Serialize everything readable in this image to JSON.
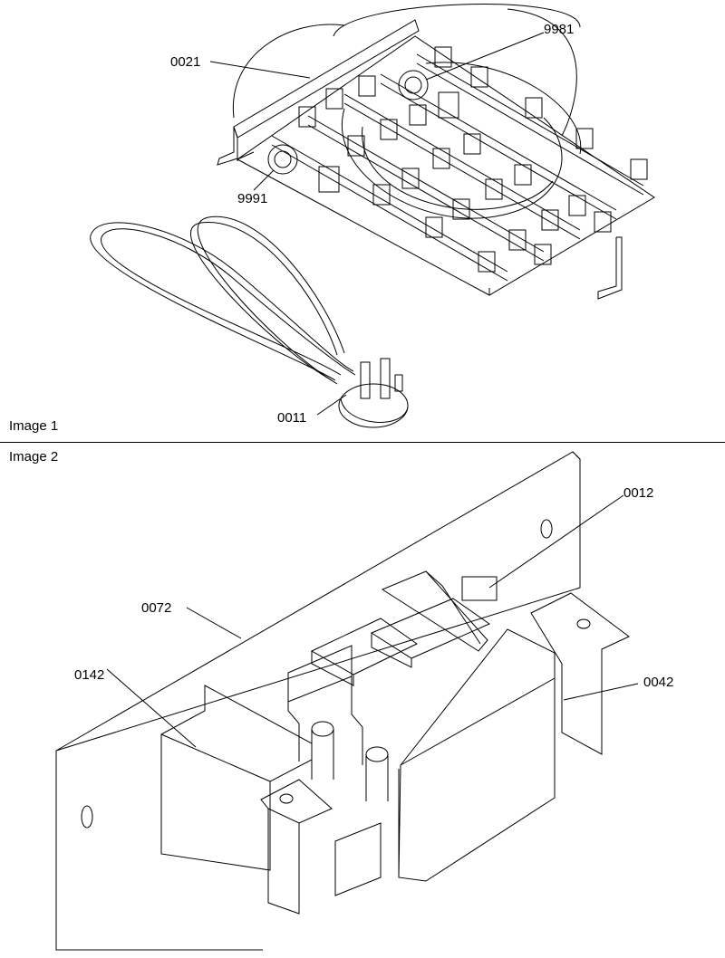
{
  "panels": [
    {
      "caption": "Image 1",
      "callouts": [
        "0021",
        "9981",
        "9991",
        "0011"
      ]
    },
    {
      "caption": "Image 2",
      "callouts": [
        "0012",
        "0072",
        "0142",
        "0042"
      ]
    }
  ]
}
